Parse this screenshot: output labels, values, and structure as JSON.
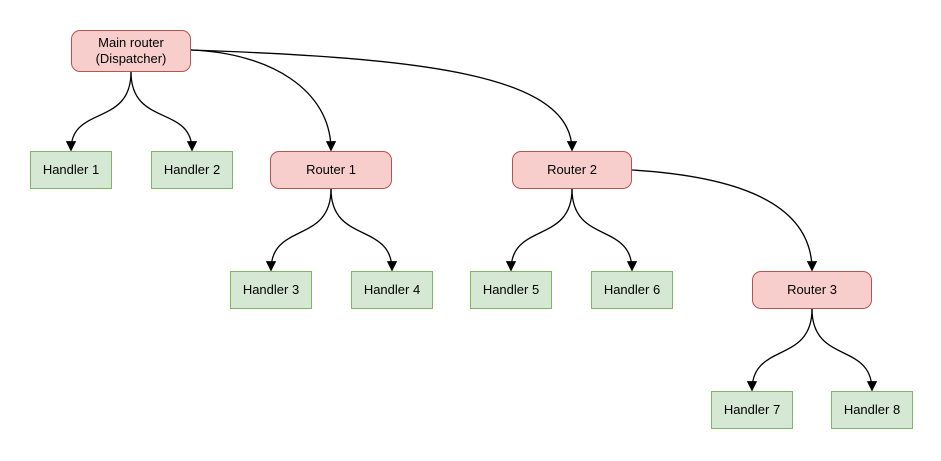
{
  "diagram": {
    "kind": "flowchart-tree",
    "colors": {
      "router_fill": "#f8cecc",
      "router_border": "#b85450",
      "handler_fill": "#d5e8d4",
      "handler_border": "#82b366",
      "edge_stroke": "#000000",
      "background": "#ffffff"
    },
    "nodes": {
      "main_router": {
        "label": "Main router\n(Dispatcher)",
        "type": "router"
      },
      "handler_1": {
        "label": "Handler 1",
        "type": "handler"
      },
      "handler_2": {
        "label": "Handler 2",
        "type": "handler"
      },
      "router_1": {
        "label": "Router 1",
        "type": "router"
      },
      "router_2": {
        "label": "Router 2",
        "type": "router"
      },
      "handler_3": {
        "label": "Handler 3",
        "type": "handler"
      },
      "handler_4": {
        "label": "Handler 4",
        "type": "handler"
      },
      "handler_5": {
        "label": "Handler 5",
        "type": "handler"
      },
      "handler_6": {
        "label": "Handler 6",
        "type": "handler"
      },
      "router_3": {
        "label": "Router 3",
        "type": "router"
      },
      "handler_7": {
        "label": "Handler 7",
        "type": "handler"
      },
      "handler_8": {
        "label": "Handler 8",
        "type": "handler"
      }
    },
    "edges": [
      {
        "from": "main_router",
        "to": "handler_1"
      },
      {
        "from": "main_router",
        "to": "handler_2"
      },
      {
        "from": "main_router",
        "to": "router_1"
      },
      {
        "from": "main_router",
        "to": "router_2"
      },
      {
        "from": "router_1",
        "to": "handler_3"
      },
      {
        "from": "router_1",
        "to": "handler_4"
      },
      {
        "from": "router_2",
        "to": "handler_5"
      },
      {
        "from": "router_2",
        "to": "handler_6"
      },
      {
        "from": "router_2",
        "to": "router_3"
      },
      {
        "from": "router_3",
        "to": "handler_7"
      },
      {
        "from": "router_3",
        "to": "handler_8"
      }
    ]
  }
}
